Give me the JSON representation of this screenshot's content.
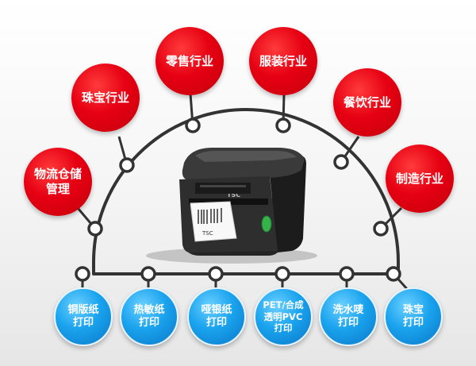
{
  "industries": [
    {
      "id": "logistics",
      "label": "物流仓储\n管理"
    },
    {
      "id": "jewelry",
      "label": "珠宝行业"
    },
    {
      "id": "retail",
      "label": "零售行业"
    },
    {
      "id": "apparel",
      "label": "服装行业"
    },
    {
      "id": "catering",
      "label": "餐饮行业"
    },
    {
      "id": "manufacturing",
      "label": "制造行业"
    }
  ],
  "print_types": [
    {
      "id": "coated-paper",
      "label": "铜版纸\n打印"
    },
    {
      "id": "thermal-paper",
      "label": "热敏纸\n打印"
    },
    {
      "id": "matte-silver",
      "label": "哑银纸\n打印"
    },
    {
      "id": "pet-pvc",
      "label": "PET/合成\n透明PVC\n打印"
    },
    {
      "id": "wash-label",
      "label": "洗水唛\n打印"
    },
    {
      "id": "jewelry-print",
      "label": "珠宝\n打印"
    }
  ],
  "colors": {
    "industry_bubble": "#e60012",
    "print_bubble": "#1aa3ee",
    "arc_line": "#333333",
    "printer_body": "#2b2b2b",
    "printer_accent": "#35b34a"
  },
  "printer": {
    "brand_mark": "TSC",
    "label_text": "TSC"
  }
}
